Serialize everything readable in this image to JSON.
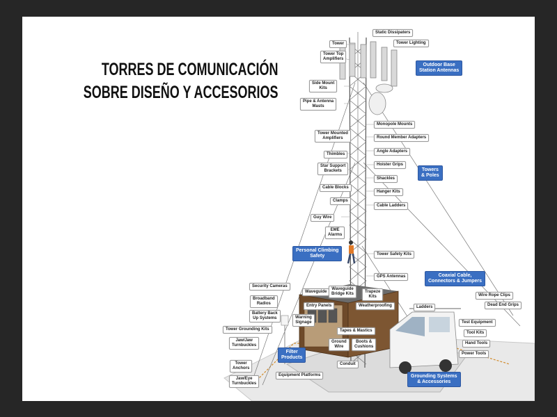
{
  "title": {
    "line1": "TORRES DE COMUNICACIÓN",
    "line2": "SOBRE DISEÑO Y ACCESORIOS"
  },
  "categories": {
    "outdoor": "Outdoor Base\nStation Antennas",
    "towers": "Towers\n& Poles",
    "climbing": "Personal Climbing\nSafety",
    "coax": "Coaxial Cable,\nConnectors & Jumpers",
    "filter": "Filter\nProducts",
    "grounding": "Grounding Systems\n& Accessories"
  },
  "labels": {
    "static": "Static Dissipaters",
    "tower": "Tower",
    "lighting": "Tower Lighting",
    "tta": "Tower Top\nAmplifiers",
    "sidemount": "Side Mount\nKits",
    "pipe": "Pipe & Antenna\nMasts",
    "monopole": "Monopole Mounts",
    "tma": "Tower Mounted\nAmplifiers",
    "round": "Round Member Adapters",
    "angle": "Angle Adapters",
    "thimbles": "Thimbles",
    "hoister": "Hoister Grips",
    "star": "Star Support\nBrackets",
    "shackles": "Shackles",
    "cableblocks": "Cable Blocks",
    "hanger": "Hanger Kits",
    "clamps": "Clamps",
    "cableladders": "Cable Ladders",
    "guywire": "Guy Wire",
    "eme": "EME\nAlarms",
    "safetykits": "Tower Safety Kits",
    "gps": "GPS Antennas",
    "security": "Security Cameras",
    "waveguide": "Waveguide",
    "wgbridge": "Waveguide\nBridge Kits",
    "trapeze": "Trapeze\nKits",
    "wireclips": "Wire Rope Clips",
    "broadband": "Broadband\nRadios",
    "entry": "Entry Panels",
    "weather": "Weatherproofing",
    "ladders": "Ladders",
    "deadend": "Dead End Grips",
    "battery": "Battery Back\nUp Systems",
    "warning": "Warning\nSignage",
    "testeq": "Test Equipment",
    "towerground": "Tower Grounding Kits",
    "tapes": "Tapes & Mastics",
    "toolkits": "Tool Kits",
    "jawjaw": "Jaw/Jaw\nTurnbuckles",
    "groundwire": "Ground\nWire",
    "boots": "Boots &\nCushions",
    "handtools": "Hand Tools",
    "powertools": "Power Tools",
    "anchors": "Tower\nAnchors",
    "conduit": "Conduit",
    "jaweye": "Jaw/Eye\nTurnbuckles",
    "platforms": "Equipment Platforms"
  }
}
